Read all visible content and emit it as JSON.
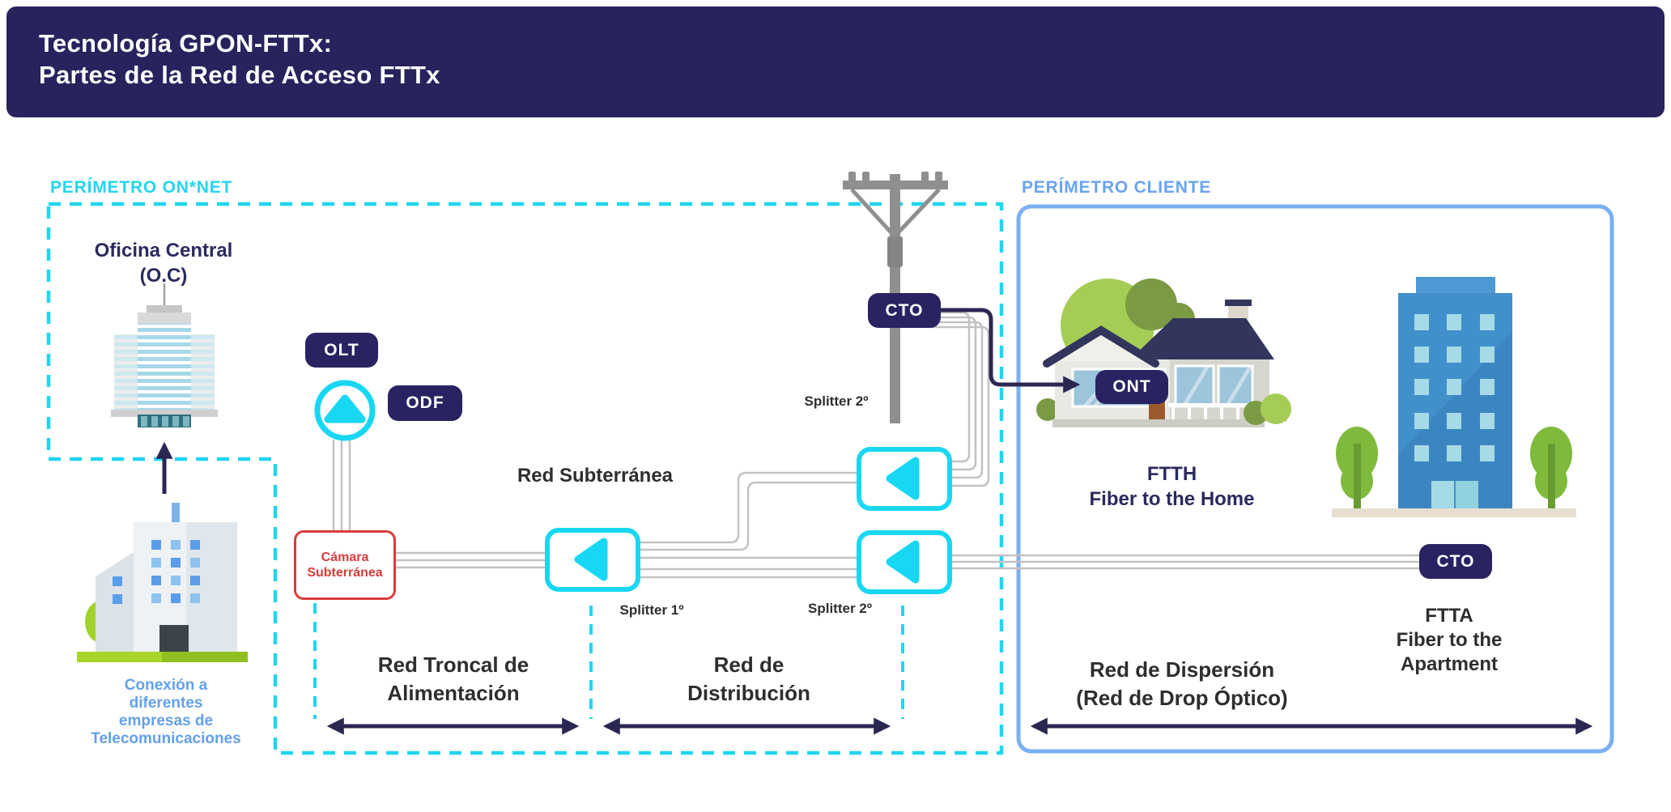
{
  "header": {
    "line1": "Tecnología GPON-FTTx:",
    "line2": "Partes de la Red de Acceso FTTx"
  },
  "onnet": {
    "label": "PERÍMETRO ON*NET"
  },
  "client": {
    "label": "PERÍMETRO CLIENTE"
  },
  "central_office": {
    "line1": "Oficina Central",
    "line2": "(O.C)"
  },
  "devices": {
    "olt": "OLT",
    "odf": "ODF",
    "cto_pole": "CTO",
    "cto_building": "CTO",
    "ont": "ONT"
  },
  "camara": {
    "line1": "Cámara",
    "line2": "Subterránea"
  },
  "network": {
    "subterranea": "Red Subterránea",
    "splitter1": "Splitter 1º",
    "splitter2_pole": "Splitter 2º",
    "splitter2_lower": "Splitter 2º"
  },
  "sections": {
    "troncal_line1": "Red Troncal de",
    "troncal_line2": "Alimentación",
    "distribucion_line1": "Red de",
    "distribucion_line2": "Distribución",
    "dispersion_line1": "Red de Dispersión",
    "dispersion_line2": "(Red de Drop Óptico)"
  },
  "ftth": {
    "line1": "FTTH",
    "line2": "Fiber to the Home"
  },
  "ftta": {
    "line1": "FTTA",
    "line2": "Fiber to the",
    "line3": "Apartment"
  },
  "conexion": {
    "line1": "Conexión a",
    "line2": "diferentes",
    "line3": "empresas de",
    "line4": "Telecomunicaciones"
  },
  "colors": {
    "header_navy": "#28235d",
    "badge_navy": "#292362",
    "cyan": "#1fd6f0",
    "client_blue": "#7ab0f2",
    "client_label_blue": "#6aa3f0",
    "conexion_blue": "#64a0ea",
    "red": "#d93b3b",
    "cable_gray": "#c2c2c2",
    "pole_gray": "#8f8f8f",
    "text_dark": "#2e2e2e",
    "ftth_navy": "#2b2a5e",
    "arrow_navy": "#2b2753"
  }
}
